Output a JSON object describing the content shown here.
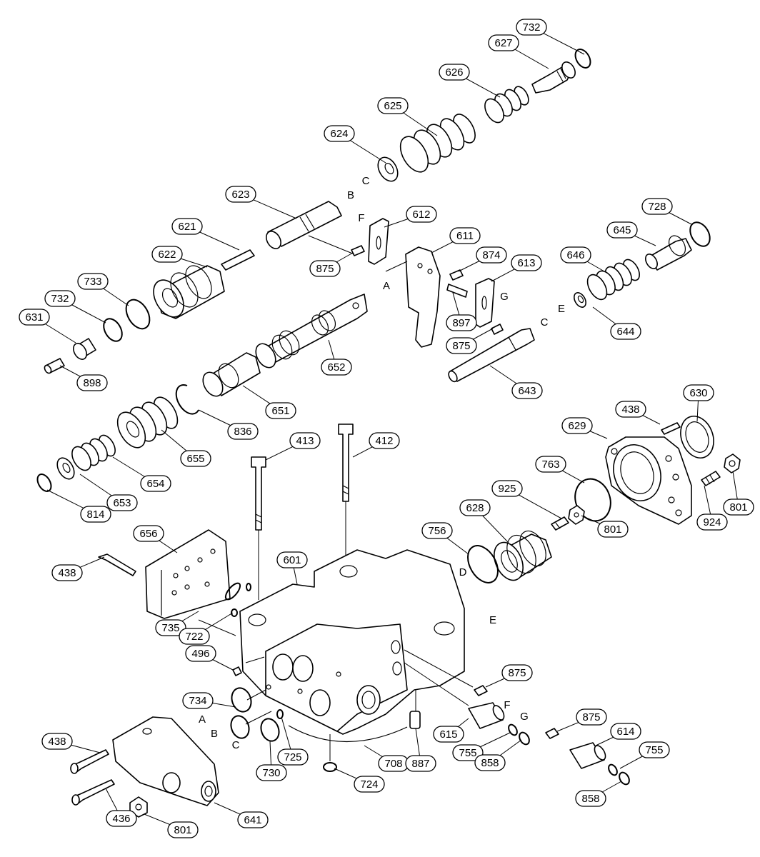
{
  "callouts": [
    "732",
    "627",
    "626",
    "625",
    "624",
    "623",
    "612",
    "611",
    "621",
    "622",
    "875",
    "874",
    "613",
    "733",
    "732",
    "631",
    "898",
    "897",
    "875",
    "652",
    "643",
    "728",
    "645",
    "646",
    "644",
    "651",
    "836",
    "655",
    "654",
    "653",
    "814",
    "413",
    "412",
    "630",
    "438",
    "629",
    "763",
    "925",
    "801",
    "924",
    "801",
    "628",
    "756",
    "656",
    "438",
    "601",
    "735",
    "722",
    "496",
    "875",
    "734",
    "615",
    "755",
    "858",
    "875",
    "614",
    "755",
    "858",
    "438",
    "730",
    "725",
    "708",
    "887",
    "724",
    "436",
    "801",
    "641"
  ],
  "letters": [
    "C",
    "B",
    "F",
    "A",
    "G",
    "C",
    "E",
    "D",
    "E",
    "A",
    "B",
    "C",
    "F",
    "G"
  ]
}
